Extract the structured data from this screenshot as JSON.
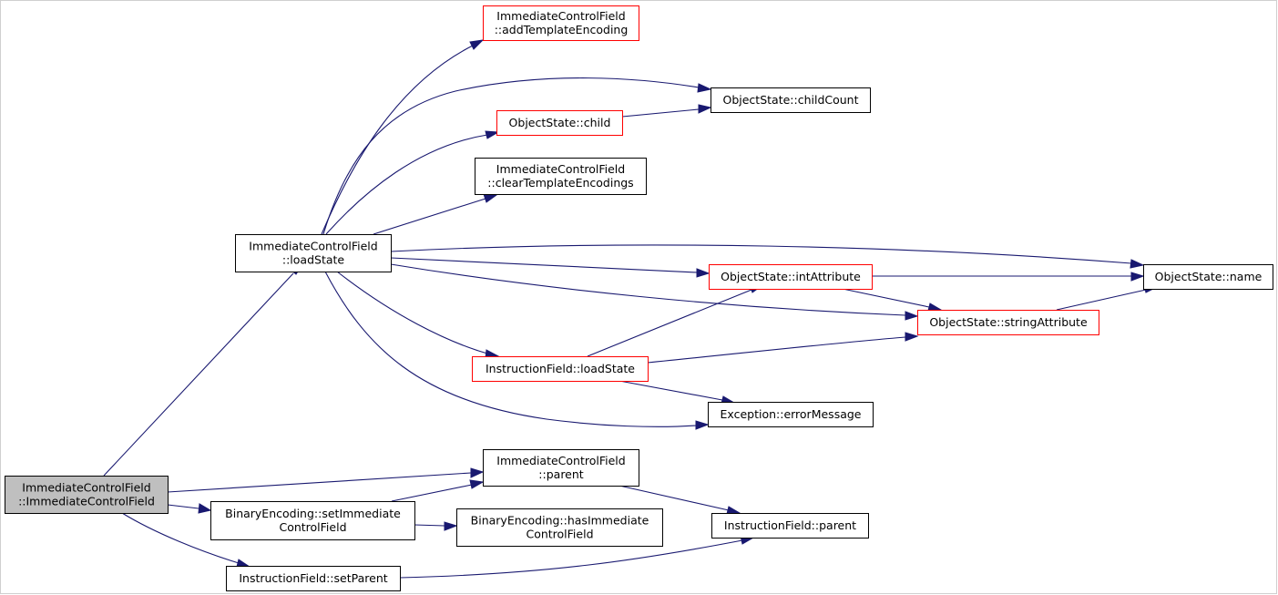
{
  "diagram": {
    "nodes": [
      {
        "id": "root",
        "lines": [
          "ImmediateControlField",
          "::ImmediateControlField"
        ],
        "style": "root"
      },
      {
        "id": "ls",
        "lines": [
          "ImmediateControlField",
          "::loadState"
        ],
        "style": "normal"
      },
      {
        "id": "ate",
        "lines": [
          "ImmediateControlField",
          "::addTemplateEncoding"
        ],
        "style": "red"
      },
      {
        "id": "cc",
        "lines": [
          "ObjectState::childCount"
        ],
        "style": "normal"
      },
      {
        "id": "ch",
        "lines": [
          "ObjectState::child"
        ],
        "style": "red"
      },
      {
        "id": "cte",
        "lines": [
          "ImmediateControlField",
          "::clearTemplateEncodings"
        ],
        "style": "normal"
      },
      {
        "id": "ia",
        "lines": [
          "ObjectState::intAttribute"
        ],
        "style": "red"
      },
      {
        "id": "nm",
        "lines": [
          "ObjectState::name"
        ],
        "style": "normal"
      },
      {
        "id": "sa",
        "lines": [
          "ObjectState::stringAttribute"
        ],
        "style": "red"
      },
      {
        "id": "ifls",
        "lines": [
          "InstructionField::loadState"
        ],
        "style": "red"
      },
      {
        "id": "em",
        "lines": [
          "Exception::errorMessage"
        ],
        "style": "normal"
      },
      {
        "id": "icfp",
        "lines": [
          "ImmediateControlField",
          "::parent"
        ],
        "style": "normal"
      },
      {
        "id": "besic",
        "lines": [
          "BinaryEncoding::setImmediate",
          "ControlField"
        ],
        "style": "normal"
      },
      {
        "id": "behic",
        "lines": [
          "BinaryEncoding::hasImmediate",
          "ControlField"
        ],
        "style": "normal"
      },
      {
        "id": "ifp",
        "lines": [
          "InstructionField::parent"
        ],
        "style": "normal"
      },
      {
        "id": "ifsp",
        "lines": [
          "InstructionField::setParent"
        ],
        "style": "normal"
      }
    ],
    "edges": [
      {
        "from": "root",
        "to": "ls"
      },
      {
        "from": "root",
        "to": "icfp"
      },
      {
        "from": "root",
        "to": "besic"
      },
      {
        "from": "root",
        "to": "ifsp"
      },
      {
        "from": "ls",
        "to": "ate"
      },
      {
        "from": "ls",
        "to": "cc"
      },
      {
        "from": "ls",
        "to": "ch"
      },
      {
        "from": "ls",
        "to": "cte"
      },
      {
        "from": "ls",
        "to": "nm"
      },
      {
        "from": "ls",
        "to": "ia"
      },
      {
        "from": "ls",
        "to": "sa"
      },
      {
        "from": "ls",
        "to": "ifls"
      },
      {
        "from": "ls",
        "to": "em"
      },
      {
        "from": "ch",
        "to": "cc"
      },
      {
        "from": "ia",
        "to": "nm"
      },
      {
        "from": "ia",
        "to": "sa"
      },
      {
        "from": "sa",
        "to": "nm"
      },
      {
        "from": "ifls",
        "to": "ia"
      },
      {
        "from": "ifls",
        "to": "sa"
      },
      {
        "from": "ifls",
        "to": "em"
      },
      {
        "from": "icfp",
        "to": "ifp"
      },
      {
        "from": "besic",
        "to": "icfp"
      },
      {
        "from": "besic",
        "to": "behic"
      },
      {
        "from": "ifsp",
        "to": "ifp"
      }
    ]
  }
}
